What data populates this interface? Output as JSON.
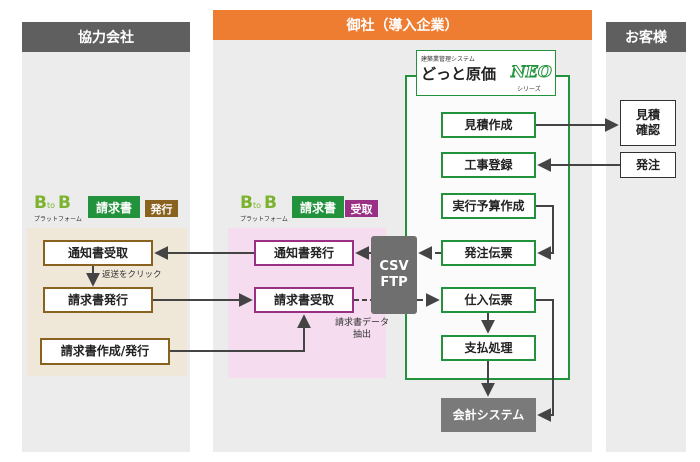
{
  "columns": {
    "partner": "協力会社",
    "ours": "御社（導入企業）",
    "customer": "お客様"
  },
  "logo": {
    "caption": "建築業管理システム",
    "main": "どっと原価",
    "brand": "NEO",
    "sub": "シリーズ"
  },
  "btob": {
    "b1": "B",
    "to": "to",
    "b2": "B",
    "platform": "プラットフォーム",
    "invoice_label": "請求書",
    "partner_tag": "発行",
    "ours_tag": "受取"
  },
  "partner_nodes": {
    "notice_receive": "通知書受取",
    "reply_click": "返送をクリック",
    "invoice_issue": "請求書発行",
    "invoice_create": "請求書作成/発行"
  },
  "platform_nodes": {
    "notice_issue": "通知書発行",
    "invoice_receive": "請求書受取",
    "extract_label": "請求書データ 抽出"
  },
  "csv": {
    "line1": "CSV",
    "line2": "FTP"
  },
  "system_nodes": {
    "estimate": "見積作成",
    "registration": "工事登録",
    "budget": "実行予算作成",
    "order_slip": "発注伝票",
    "purchase_slip": "仕入伝票",
    "payment": "支払処理"
  },
  "accounting": "会計システム",
  "customer_nodes": {
    "estimate_confirm": "見積 確認",
    "order": "発注"
  },
  "colors": {
    "partner_header": "#5f5f5f",
    "ours_header": "#ee7d31",
    "partner_panel": "#efe7d8",
    "ours_panel": "#f5dcef",
    "green": "#23923c",
    "csv_box": "#6f6f6f",
    "accounting": "#7a7a7a"
  }
}
